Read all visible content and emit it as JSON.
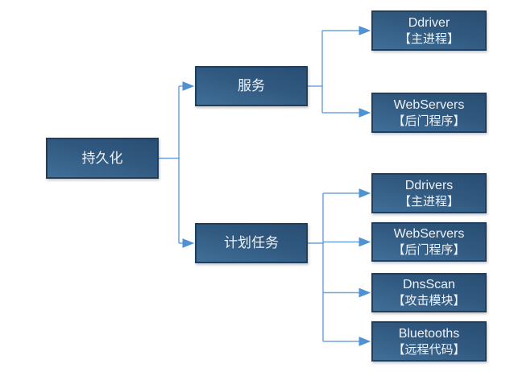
{
  "colors": {
    "node_fill_top": "#294e74",
    "node_fill_bottom": "#406f98",
    "node_border": "#1f3f60",
    "node_text": "#edf2f9",
    "connector_line": "#6fa3db",
    "arrowhead": "#4f92d2",
    "background": "#ffffff"
  },
  "diagram": {
    "root": {
      "label": "持久化"
    },
    "level1": [
      {
        "label": "服务"
      },
      {
        "label": "计划任务"
      }
    ],
    "leaves": {
      "service": [
        {
          "title": "Ddriver",
          "subtitle": "【主进程】"
        },
        {
          "title": "WebServers",
          "subtitle": "【后门程序】"
        }
      ],
      "scheduled_task": [
        {
          "title": "Ddrivers",
          "subtitle": "【主进程】"
        },
        {
          "title": "WebServers",
          "subtitle": "【后门程序】"
        },
        {
          "title": "DnsScan",
          "subtitle": "【攻击模块】"
        },
        {
          "title": "Bluetooths",
          "subtitle": "【远程代码】"
        }
      ]
    }
  }
}
